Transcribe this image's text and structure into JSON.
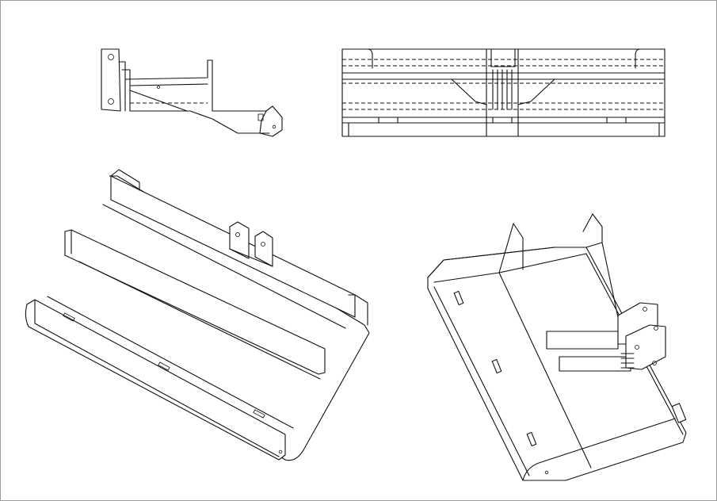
{
  "drawing": {
    "stroke_color": "#111111",
    "background": "#ffffff",
    "border_color": "#9a9a9a",
    "views": [
      "side-view",
      "front-view",
      "isometric-view-left",
      "isometric-view-right"
    ]
  }
}
